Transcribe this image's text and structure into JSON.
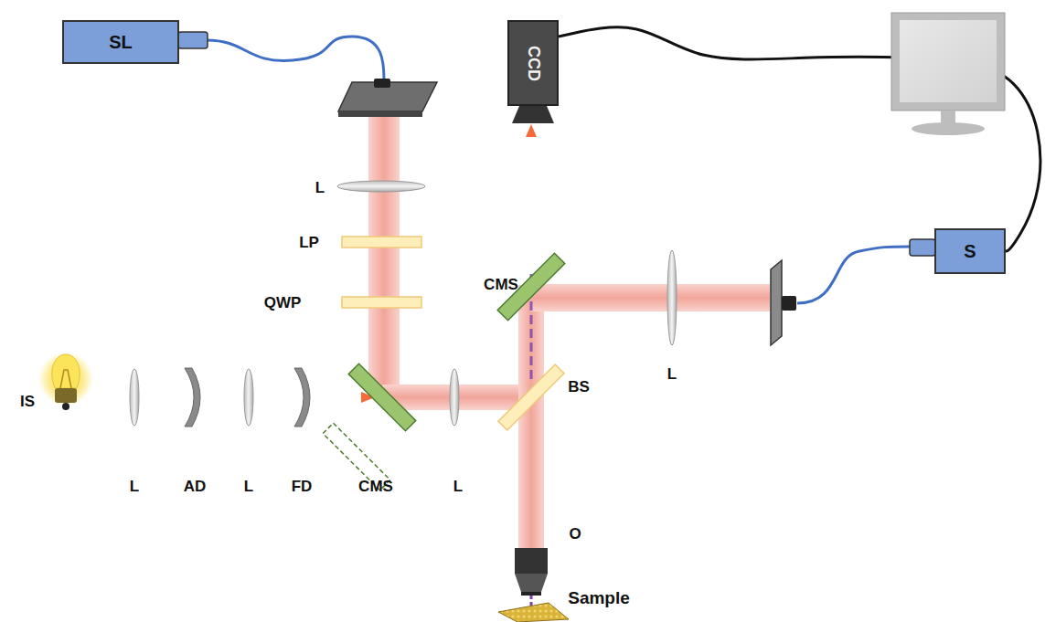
{
  "diagram": {
    "nodes": [
      {
        "text": [
          "SL"
        ]
      },
      {
        "text": [
          "CCD"
        ]
      },
      {
        "text": [
          "S"
        ]
      }
    ],
    "edges": [
      {
        "from": 1,
        "to": 2,
        "arrow": "none"
      }
    ],
    "labels": [
      "L",
      "LP",
      "QWP",
      "IS",
      "L",
      "AD",
      "L",
      "FD",
      "CMS",
      "L",
      "BS",
      "CMS",
      "L",
      "O",
      "Sample"
    ]
  }
}
